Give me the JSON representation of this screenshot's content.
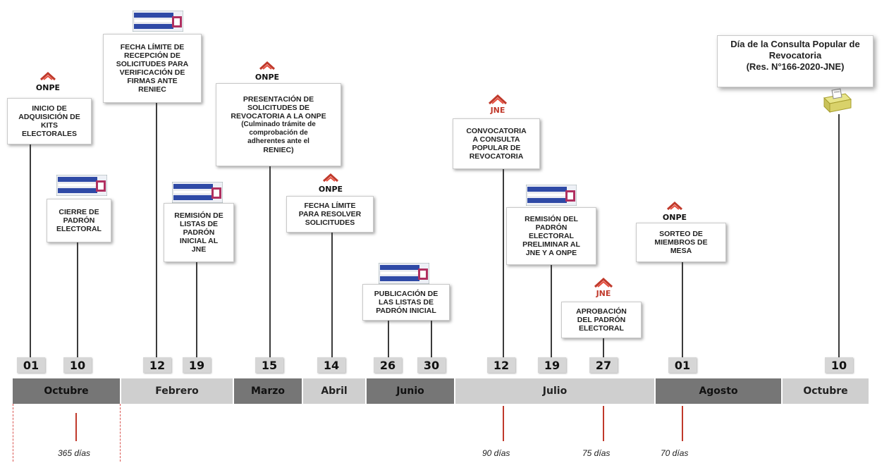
{
  "events": [
    {
      "id": "ev1",
      "lines": [
        "INICIO DE",
        "ADQUISICIÓN DE",
        "KITS",
        "ELECTORALES"
      ],
      "icon": "onpe-logo"
    },
    {
      "id": "ev2",
      "lines": [
        "CIERRE DE",
        "PADRÓN",
        "ELECTORAL"
      ],
      "icon": "reniec-banner"
    },
    {
      "id": "ev3",
      "lines": [
        "FECHA LÍMITE DE",
        "RECEPCIÓN DE",
        "SOLICITUDES PARA",
        "VERIFICACIÓN DE",
        "FIRMAS ANTE",
        "RENIEC"
      ],
      "icon": "reniec-banner"
    },
    {
      "id": "ev4",
      "lines": [
        "REMISIÓN DE",
        "LISTAS DE",
        "PADRÓN",
        "INICIAL AL",
        "JNE"
      ],
      "icon": "reniec-banner"
    },
    {
      "id": "ev5",
      "lines": [
        "PRESENTACIÓN DE",
        "SOLICITUDES DE",
        "REVOCATORIA A LA ONPE",
        "(Culminado trámite de",
        "comprobación de",
        "adherentes ante el",
        "RENIEC)"
      ],
      "icon": "onpe-logo"
    },
    {
      "id": "ev6",
      "lines": [
        "FECHA LÍMITE",
        "PARA RESOLVER",
        "SOLICITUDES"
      ],
      "icon": "onpe-logo"
    },
    {
      "id": "ev7",
      "lines": [
        "PUBLICACIÓN DE",
        "LAS LISTAS DE",
        "PADRÓN INICIAL"
      ],
      "icon": "reniec-banner"
    },
    {
      "id": "ev8",
      "lines": [
        "CONVOCATORIA",
        "A CONSULTA",
        "POPULAR DE",
        "REVOCATORIA"
      ],
      "icon": "jne-logo"
    },
    {
      "id": "ev9",
      "lines": [
        "REMISIÓN DEL",
        "PADRÓN",
        "ELECTORAL",
        "PRELIMINAR AL",
        "JNE Y A ONPE"
      ],
      "icon": "reniec-banner"
    },
    {
      "id": "ev10",
      "lines": [
        "APROBACIÓN",
        "DEL PADRÓN",
        "ELECTORAL"
      ],
      "icon": "jne-logo"
    },
    {
      "id": "ev11",
      "lines": [
        "SORTEO DE",
        "MIEMBROS DE",
        "MESA"
      ],
      "icon": "onpe-logo"
    }
  ],
  "final_event": {
    "lines": [
      "Día de la Consulta Popular de",
      "Revocatoria",
      "(Res. N°166-2020-JNE)"
    ],
    "icon": "ballot-box-icon"
  },
  "dates": [
    "01",
    "10",
    "12",
    "19",
    "15",
    "14",
    "26",
    "30",
    "12",
    "19",
    "27",
    "01",
    "10"
  ],
  "months": [
    "Octubre",
    "Febrero",
    "Marzo",
    "Abril",
    "Junio",
    "Julio",
    "Agosto",
    "Octubre"
  ],
  "days_notes": [
    "365 días",
    "90 días",
    "75 días",
    "70 días"
  ],
  "onpe_label": "ONPE",
  "jne_label": "JNE",
  "colors": {
    "month_dark": "#767676",
    "month_light": "#cfcfcf",
    "date_bg": "#d6d6d6",
    "dash_red": "#d9534f",
    "flag_blue": "#2f4aa6"
  }
}
